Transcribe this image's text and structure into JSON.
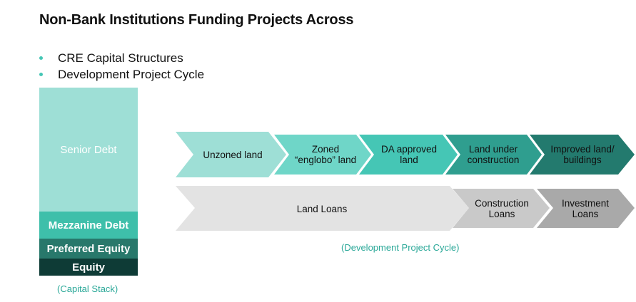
{
  "title": "Non-Bank Institutions Funding Projects Across",
  "bullets": [
    "CRE Capital Structures",
    "Development Project Cycle"
  ],
  "capital_stack": {
    "segments": [
      "Senior Debt",
      "Mezzanine Debt",
      "Preferred Equity",
      "Equity"
    ],
    "caption": "(Capital Stack)"
  },
  "project_cycle": {
    "stages": [
      "Unzoned land",
      "Zoned “englobo” land",
      "DA approved land",
      "Land under construction",
      "Improved land/ buildings"
    ],
    "loans": [
      "Land Loans",
      "Construction Loans",
      "Investment Loans"
    ],
    "caption": "(Development  Project Cycle)"
  },
  "colors": {
    "accent": "#45c6b5",
    "senior": "#9edfd6",
    "mezzanine": "#3ebfaa",
    "preferred": "#28786b",
    "equity": "#0e3b36",
    "stage_colors": [
      "#9edfd6",
      "#6fd6c8",
      "#45c6b5",
      "#2f9e8f",
      "#237a6e"
    ],
    "loan_colors": [
      "#e3e3e3",
      "#c9c9c9",
      "#a9a9a9"
    ]
  }
}
